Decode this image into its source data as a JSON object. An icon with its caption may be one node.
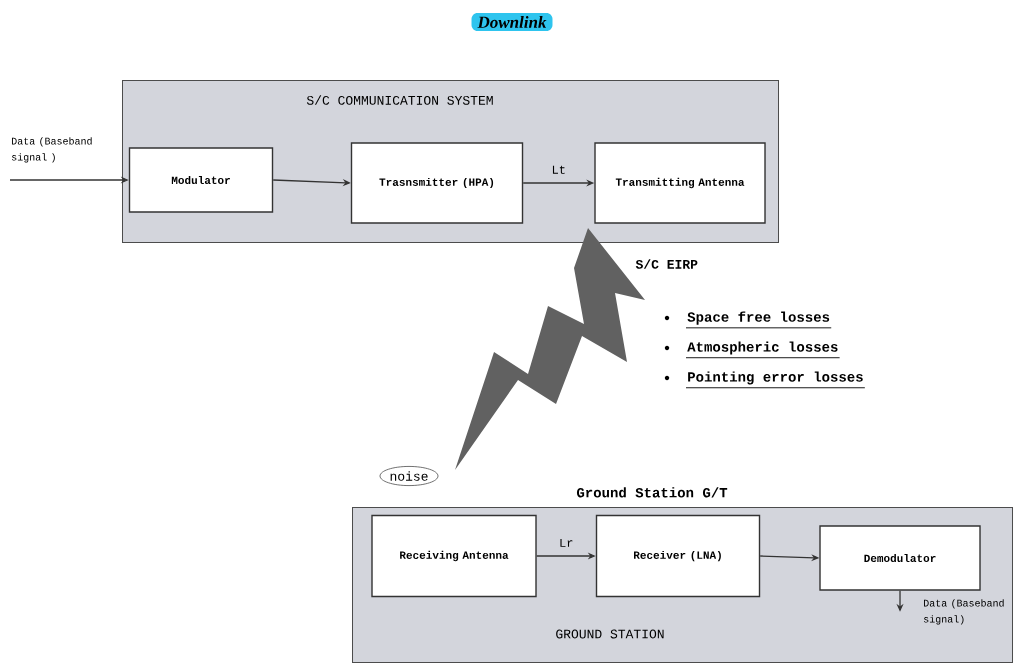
{
  "diagram": {
    "title": "Downlink",
    "nodes": [
      {
        "text": [
          "S/C COMMUNICATION SYSTEM"
        ]
      },
      {
        "text": [
          "Modulator"
        ],
        "in": 0
      },
      {
        "text": [
          "Trasnsmitter (HPA)"
        ],
        "in": 0
      },
      {
        "text": [
          "Transmitting Antenna"
        ],
        "in": 0
      },
      {
        "text": [
          "Data (Baseband signal )"
        ]
      },
      {
        "text": [],
        "shape": "bolt"
      },
      {
        "text": [
          "Ground Station G/T",
          "GROUND STATION"
        ]
      },
      {
        "text": [
          "Receiving Antenna"
        ],
        "in": 6
      },
      {
        "text": [
          "Receiver (LNA)"
        ],
        "in": 6
      },
      {
        "text": [
          "Demodulator"
        ],
        "in": 6
      },
      {
        "text": [
          "Data (Baseband signal)"
        ],
        "in": 6
      },
      {
        "text": [
          "noise"
        ]
      }
    ],
    "edges": [
      {
        "from": 4,
        "to": 1,
        "arrow": "to"
      },
      {
        "from": 1,
        "to": 2,
        "arrow": "to"
      },
      {
        "from": 2,
        "to": 3,
        "arrow": "to",
        "label": "Lt"
      },
      {
        "from": 7,
        "to": 8,
        "arrow": "to",
        "label": "Lr"
      },
      {
        "from": 8,
        "to": 9,
        "arrow": "to"
      },
      {
        "from": 9,
        "to": 10,
        "arrow": "to"
      }
    ],
    "labels": [
      "S/C EIRP",
      "Space free losses",
      "Atmospheric losses",
      "Pointing error losses"
    ]
  }
}
